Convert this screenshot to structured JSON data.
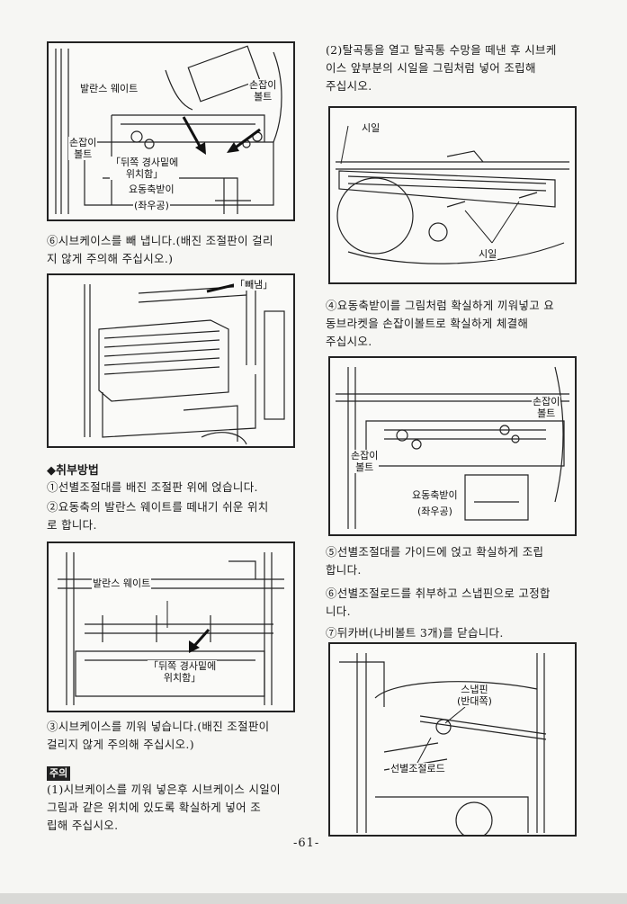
{
  "left": {
    "fig1": {
      "balance_weight": "발란스 웨이트",
      "handle_bolt_right": "손잡이\n볼트",
      "handle_bolt_left": "손잡이\n볼트",
      "rear_slope_position": "「뒤쪽 경사밑에\n위치함」",
      "shaking_axis_holder": "요동축받이",
      "left_right": "(좌우공)"
    },
    "step6": "⑥시브케이스를 빼 냅니다.(배진 조절판이 걸리\n지 않게 주의해 주십시오.)",
    "fig2": {
      "pull_out": "「빼냄」"
    },
    "assembly_heading": "◆취부방법",
    "steps": [
      "①선별조절대를 배진 조절판 위에 얹습니다.",
      "②요동축의 발란스 웨이트를 떼내기 쉬운 위치\n로 합니다."
    ],
    "fig3": {
      "balance_weight": "발란스 웨이트",
      "rear_slope_position": "「뒤쪽 경사밑에\n위치함」"
    },
    "step3": "③시브케이스를 끼워 넣습니다.(배진 조절판이\n걸리지 않게 주의해 주십시오.)",
    "note_badge": "주의",
    "note1": "(1)시브케이스를 끼워 넣은후 시브케이스 시일이\n그림과 같은 위치에 있도록 확실하게 넣어 조\n립해 주십시오."
  },
  "right": {
    "note2": "(2)탈곡통을 열고 탈곡통 수망을 떼낸 후 시브케\n이스 앞부분의 시일을 그림처럼 넣어 조립해\n주십시오.",
    "fig4": {
      "seal_top": "시일",
      "seal_bottom": "시일"
    },
    "step4": "④요동축받이를 그림처럼 확실하게 끼워넣고 요\n동브라켓을 손잡이볼트로 확실하게 체결해\n주십시오.",
    "fig5": {
      "handle_bolt_right": "손잡이\n볼트",
      "handle_bolt_left": "손잡이\n볼트",
      "shaking_axis_holder": "요동축받이",
      "left_right": "(좌우공)"
    },
    "steps": [
      "⑤선별조절대를 가이드에 얹고 확실하게 조립\n합니다.",
      "⑥선별조절로드를 취부하고 스냅핀으로 고정합\n니다.",
      "⑦뒤카버(나비볼트 3개)를 닫습니다."
    ],
    "fig6": {
      "snap_pin": "스냅핀\n(반대쪽)",
      "selection_rod": "선별조절로드"
    }
  },
  "page_number": "-61-"
}
